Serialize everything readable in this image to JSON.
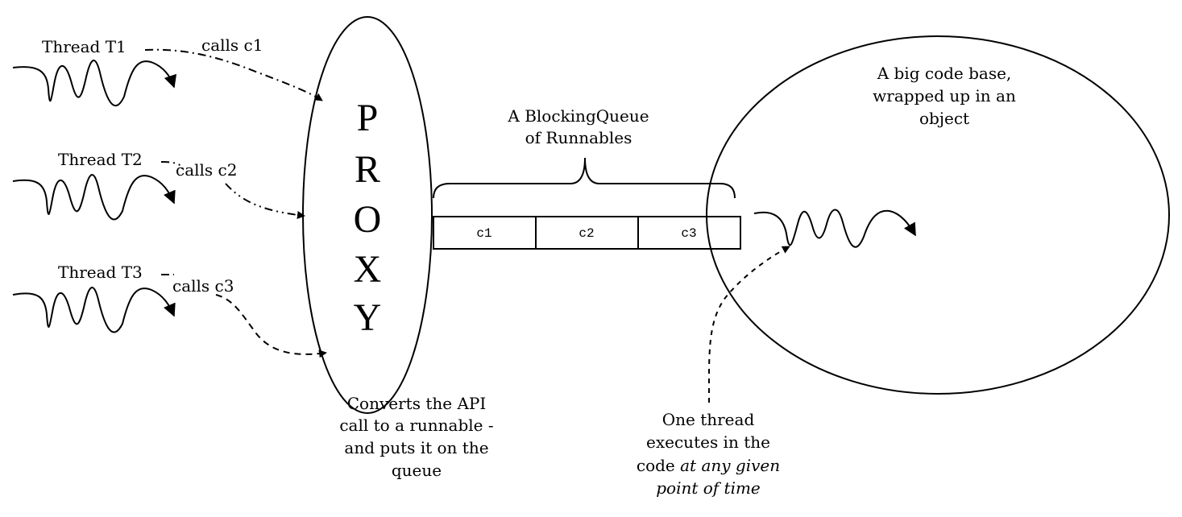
{
  "threads": [
    {
      "label": "Thread T1",
      "call": "calls c1"
    },
    {
      "label": "Thread T2",
      "call": "calls c2"
    },
    {
      "label": "Thread T3",
      "call": "calls c3"
    }
  ],
  "proxy": {
    "letters": [
      "P",
      "R",
      "O",
      "X",
      "Y"
    ]
  },
  "proxy_caption": [
    "Converts the API",
    "call to a runnable -",
    "and puts it on the",
    "queue"
  ],
  "queue": {
    "title": [
      "A BlockingQueue",
      "of Runnables"
    ],
    "cells": [
      "c1",
      "c2",
      "c3"
    ]
  },
  "codebase": {
    "caption": [
      "A big code base,",
      "wrapped up in an",
      "object"
    ]
  },
  "executor_note": {
    "line1": "One thread",
    "line2": "executes in the",
    "line3_plain": "code ",
    "line3_italic": "at any given",
    "line4_italic": "point of time"
  }
}
